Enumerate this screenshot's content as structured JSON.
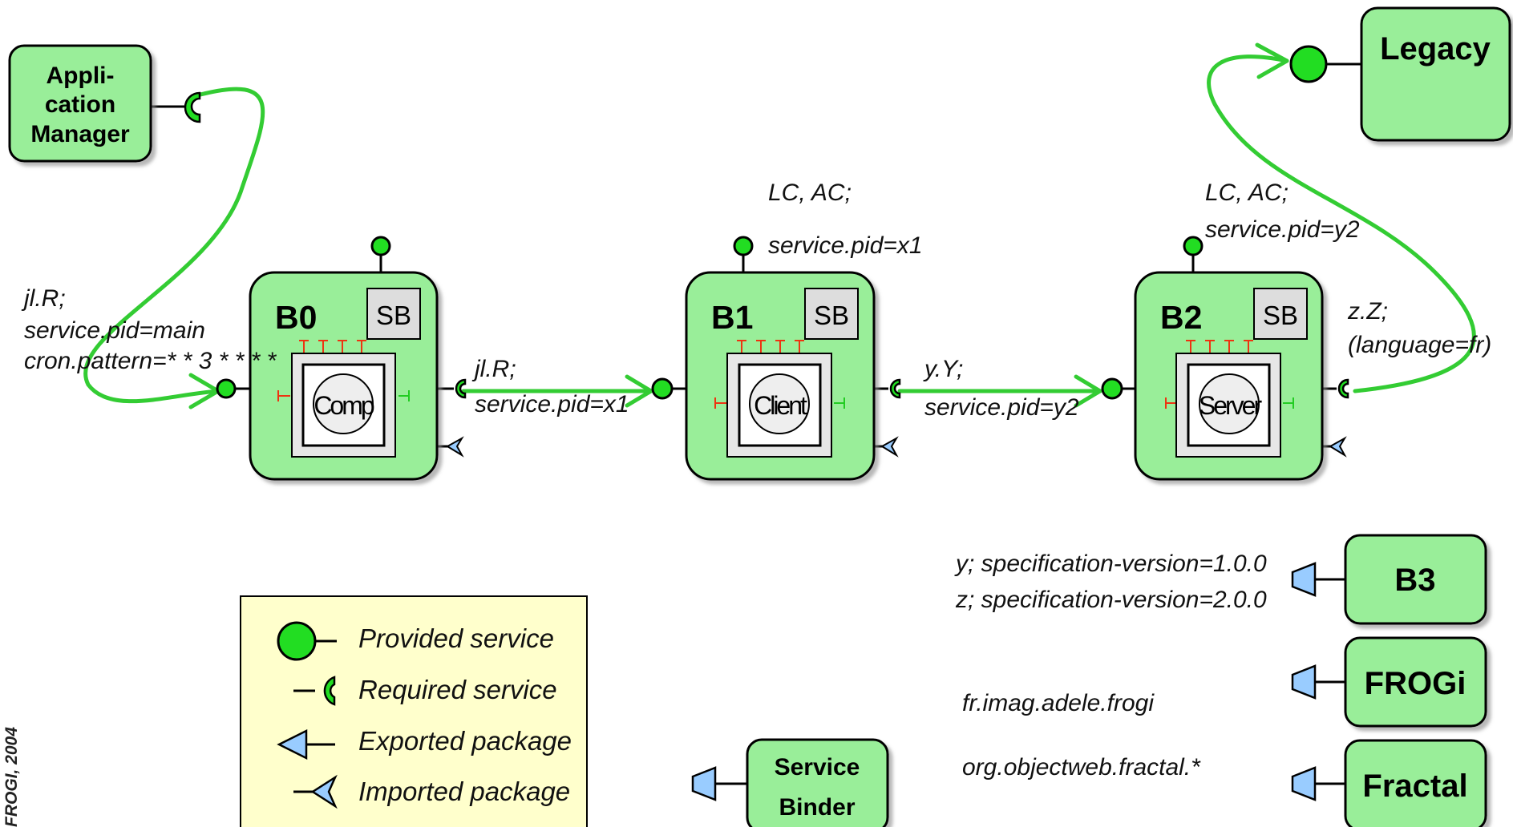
{
  "modules": {
    "app_manager": {
      "lines": [
        "Appli-",
        "cation",
        "Manager"
      ]
    },
    "legacy": {
      "label": "Legacy"
    },
    "b3": {
      "label": "B3"
    },
    "frogi": {
      "label": "FROGi"
    },
    "fractal": {
      "label": "Fractal"
    },
    "service_binder": {
      "lines": [
        "Service",
        "Binder"
      ]
    }
  },
  "bundles": {
    "b0": {
      "label": "B0",
      "sb": "SB",
      "inner": "Comp"
    },
    "b1": {
      "label": "B1",
      "sb": "SB",
      "inner": "Client"
    },
    "b2": {
      "label": "B2",
      "sb": "SB",
      "inner": "Server"
    }
  },
  "annotations": {
    "b0_required": [
      "jl.R;",
      "service.pid=main",
      "cron.pattern=* * 3 * * * *"
    ],
    "b0_b1_link": [
      "jl.R;",
      "service.pid=x1"
    ],
    "b1_props": [
      "LC, AC;",
      "service.pid=x1"
    ],
    "b1_b2_link": [
      "y.Y;",
      "service.pid=y2"
    ],
    "b2_props": [
      "LC, AC;",
      "service.pid=y2"
    ],
    "b2_required": [
      "z.Z;",
      "(language=fr)"
    ],
    "b3_packages": [
      "y; specification-version=1.0.0",
      "z; specification-version=2.0.0"
    ],
    "frogi_package": "fr.imag.adele.frogi",
    "fractal_package": "org.objectweb.fractal.*"
  },
  "legend": {
    "provided": "Provided service",
    "required": "Required service",
    "exported": "Exported package",
    "imported": "Imported package"
  },
  "copyright": "FROGI, 2004",
  "colors": {
    "module_fill": "#99ee99",
    "provided_fill": "#22dd22",
    "link": "#33cc33",
    "package_fill": "#99ccff",
    "legend_bg": "#ffffcc",
    "sb_fill": "#dddddd"
  }
}
